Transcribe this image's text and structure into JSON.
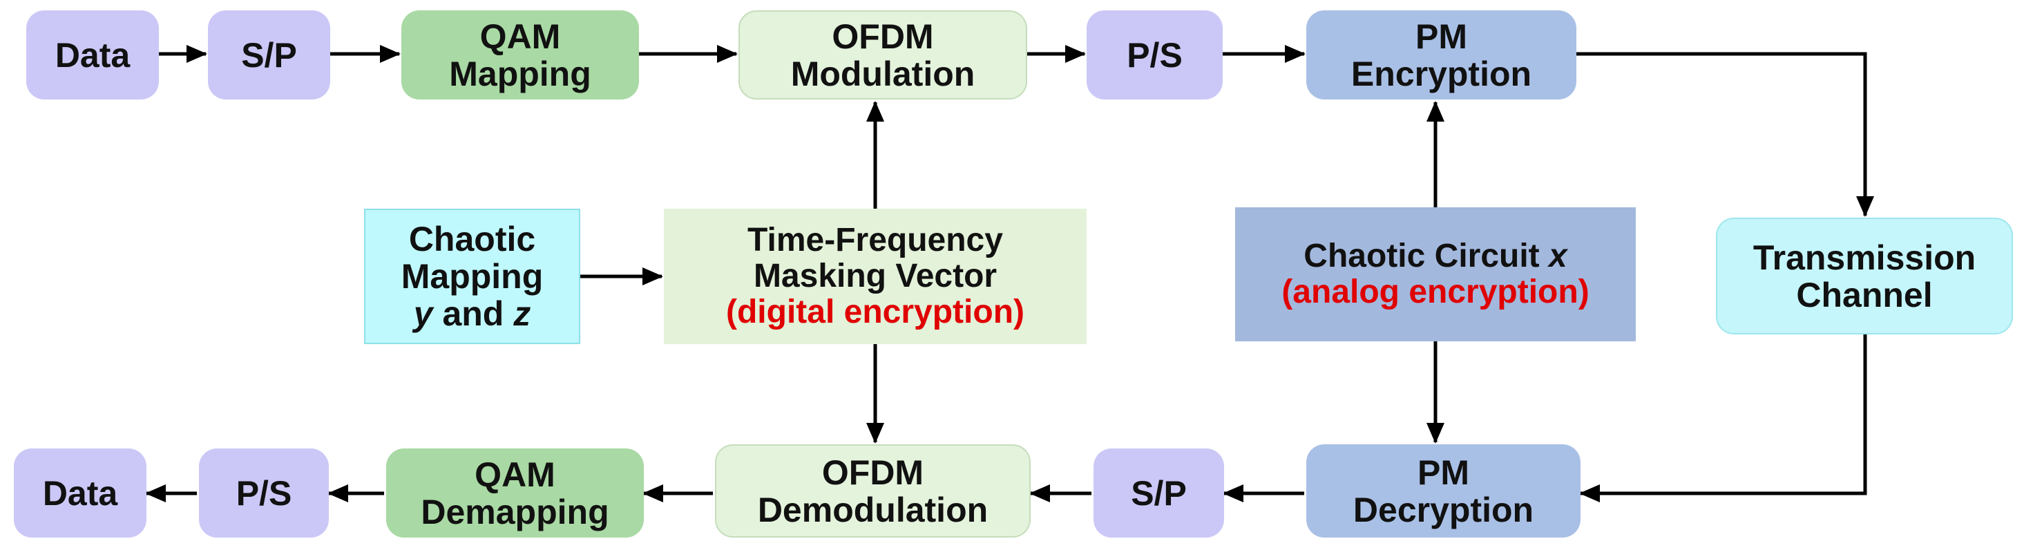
{
  "blocks": {
    "tx_data": "Data",
    "tx_sp": "S/P",
    "qam_mapping": [
      "QAM",
      "Mapping"
    ],
    "ofdm_modulation": [
      "OFDM",
      "Modulation"
    ],
    "tx_ps": "P/S",
    "pm_encryption": [
      "PM",
      "Encryption"
    ],
    "transmission_channel": [
      "Transmission",
      "Channel"
    ],
    "chaotic_mapping": [
      "Chaotic",
      "Mapping"
    ],
    "chaotic_mapping_vars": {
      "y": "y",
      "and": " and ",
      "z": "z"
    },
    "tf_masking": [
      "Time-Frequency",
      "Masking Vector"
    ],
    "tf_masking_note": "(digital encryption)",
    "chaotic_circuit": "Chaotic Circuit ",
    "chaotic_circuit_var": "x",
    "chaotic_circuit_note": "(analog encryption)",
    "rx_data": "Data",
    "rx_ps": "P/S",
    "qam_demapping": [
      "QAM",
      "Demapping"
    ],
    "ofdm_demodulation": [
      "OFDM",
      "Demodulation"
    ],
    "rx_sp": "S/P",
    "pm_decryption": [
      "PM",
      "Decryption"
    ]
  },
  "colors": {
    "data_sp_ps": "#cbc8f7",
    "qam": "#a9d9a4",
    "ofdm": "#e4f3dc",
    "pm": "#a9c0e6",
    "channel": "#c4f6fb",
    "chaotic_mapping": "#bff8fd",
    "masking": "#e3f2d9",
    "circuit": "#a3b8dd",
    "encryption_note": "#e00000",
    "arrow": "#000000"
  }
}
